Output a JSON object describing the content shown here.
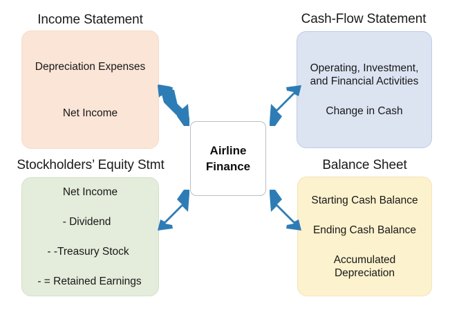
{
  "diagram": {
    "title_center": "Airline Finance",
    "hub": {
      "line1": "Airline",
      "line2": "Finance"
    },
    "colors": {
      "arrow": "#2E7CB6",
      "income_fill": "#FAE5D7",
      "cashflow_fill": "#DCE4F2",
      "equity_fill": "#E4EDDC",
      "balance_fill": "#FDF2CE",
      "hub_fill": "#FFFFFF",
      "hub_border": "#B8BFC6",
      "text": "#171717",
      "background": "#FFFFFF"
    },
    "quadrants": [
      {
        "id": "income-statement",
        "title": "Income Statement",
        "position": "top-left",
        "lines": [
          "Depreciation Expenses",
          "Net Income"
        ]
      },
      {
        "id": "cash-flow-statement",
        "title": "Cash-Flow Statement",
        "position": "top-right",
        "lines": [
          "Operating, Investment,",
          "and Financial Activities",
          "Change in Cash"
        ]
      },
      {
        "id": "stockholders-equity-statement",
        "title": "Stockholders’ Equity Stmt",
        "position": "bottom-left",
        "lines": [
          "Net Income",
          "-   Dividend",
          "-   -Treasury Stock",
          "-   = Retained Earnings"
        ]
      },
      {
        "id": "balance-sheet",
        "title": "Balance Sheet",
        "position": "bottom-right",
        "lines": [
          "Starting Cash Balance",
          "Ending Cash Balance",
          "Accumulated",
          "Depreciation"
        ]
      }
    ],
    "arrows": [
      {
        "id": "arrow-to-income-statement",
        "from": "Airline Finance",
        "to": "Income Statement",
        "direction": "up-left"
      },
      {
        "id": "arrow-to-cash-flow-statement",
        "from": "Airline Finance",
        "to": "Cash-Flow Statement",
        "direction": "up-right"
      },
      {
        "id": "arrow-to-stockholders-equity",
        "from": "Airline Finance",
        "to": "Stockholders’ Equity Stmt",
        "direction": "down-left"
      },
      {
        "id": "arrow-to-balance-sheet",
        "from": "Airline Finance",
        "to": "Balance Sheet",
        "direction": "down-right"
      }
    ]
  }
}
